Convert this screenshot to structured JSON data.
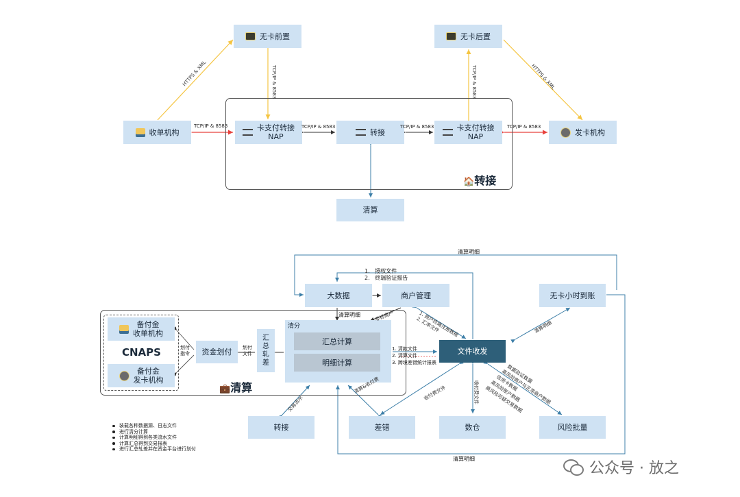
{
  "top": {
    "no_card_front": "无卡前置",
    "no_card_back": "无卡后置",
    "acquirer": "收单机构",
    "nap_left": "卡支付转接\nNAP",
    "switch": "转接",
    "nap_right": "卡支付转接\nNAP",
    "issuer": "发卡机构",
    "settlement": "清算",
    "frame_title": "转接",
    "edge_https_left": "HTTPS & XML",
    "edge_https_right": "HTTPS & XML",
    "edge_tcp_down": "TCP/IP & 8583",
    "edge_tcp_up": "TCP/IP & 8583",
    "edge_tcp_1": "TCP/IP & 8583",
    "edge_tcp_2": "TCP/IP & 8583",
    "edge_tcp_3": "TCP/IP & 8583",
    "edge_tcp_4": "TCP/IP & 8583"
  },
  "bottom": {
    "big_data": "大数据",
    "merchant_mgmt": "商户管理",
    "no_card_hour": "无卡小时到账",
    "reserve_acq": "备付金\n收单机构",
    "cnaps": "CNAPS",
    "reserve_iss": "备付金\n发卡机构",
    "fund_transfer": "资金划付",
    "summary_recon": "汇\n总\n轧\n差",
    "clearing": "清分",
    "summary_calc": "汇总计算",
    "detail_calc": "明细计算",
    "file_exchange": "文件收发",
    "frame_title": "清算",
    "switch": "转接",
    "error": "差错",
    "data_warehouse": "数仓",
    "risk_batch": "风险批量",
    "lbl_settle_top": "清算明细",
    "lbl_settle_bottom": "清算明细",
    "lbl_auth_1": "1.   授权文件",
    "lbl_auth_2": "2.   终端验证报告",
    "lbl_settle_mid": "清算明细",
    "lbl_nonstd": "非标商户",
    "lbl_merchant_file_1": "1. 商户终端注册数据",
    "lbl_merchant_file_2": "2. 汇率文件",
    "lbl_settle_right": "清算明细",
    "lbl_transfer_cmd": "划付\n指令",
    "lbl_transfer_file": "划付\n文件",
    "lbl_files_1": "1. 清款文件",
    "lbl_files_2": "2. 清算文件",
    "lbl_files_3": "3. 跨境差错统计报表",
    "lbl_txn_flow": "交易流水",
    "lbl_settle_fee": "清算&收付费",
    "lbl_fee_file_1": "收付费文件",
    "lbl_fee_file_2": "收付费文件",
    "lbl_risk_1": "数据验证数据",
    "lbl_risk_2": "高风险商户与正常商户数据",
    "lbl_risk_3": "信用卡数据",
    "lbl_risk_4": "高风险账户数据",
    "lbl_risk_5": "高风险可疑交易数据"
  },
  "notes": [
    "装载各种数据源、日志文件",
    "进行清分计算",
    "计算明细得到各类流水文件",
    "计算汇总得到交易报表",
    "进行汇总轧差并在资金平台进行划付"
  ],
  "watermark": "公众号 · 放之",
  "colors": {
    "box": "#cfe2f3",
    "file_box": "#2e5f79",
    "arrow_yellow": "#f5c542",
    "arrow_red": "#e8413c",
    "arrow_blue": "#3d7fa8"
  }
}
